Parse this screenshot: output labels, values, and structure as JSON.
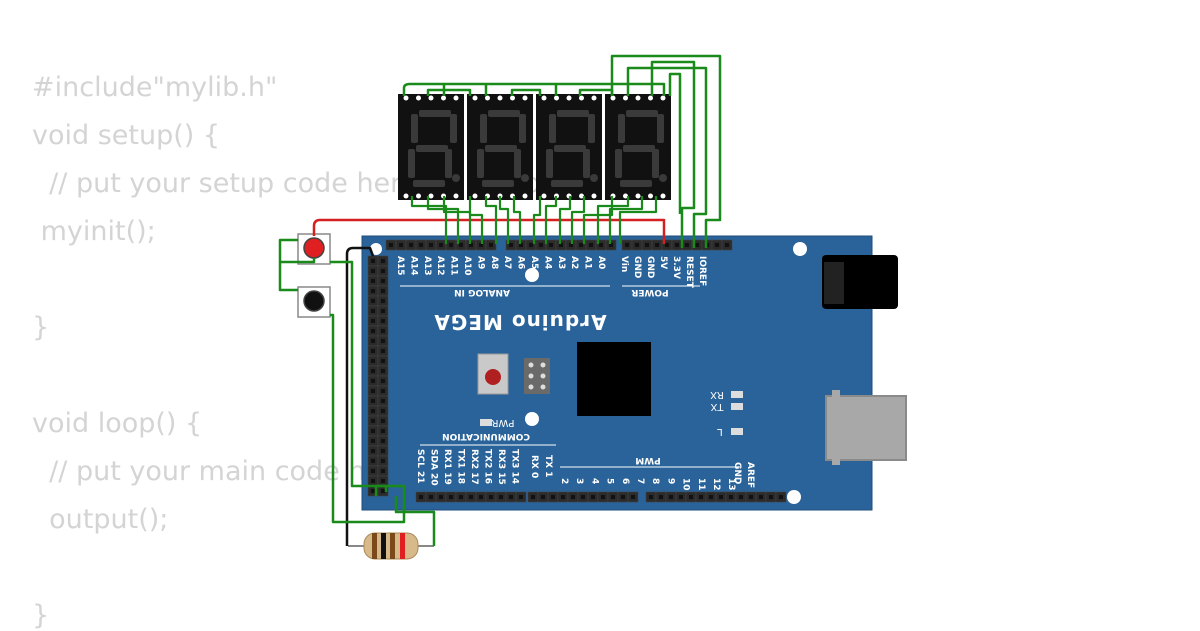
{
  "code": {
    "lines": [
      "#include\"mylib.h\"",
      "void setup() {",
      "  // put your setup code here, to run once:",
      " myinit();",
      "",
      "}",
      "",
      "void loop() {",
      "  // put your main code here, to run repeatedly:",
      "  output();",
      "",
      "}"
    ]
  },
  "board": {
    "title": "Arduino MEGA",
    "analog_section": "ANALOG IN",
    "power_section": "POWER",
    "communication_section": "COMMUNICATION",
    "pwm_section": "PWM",
    "analog_pins": [
      "A15",
      "A14",
      "A13",
      "A12",
      "A11",
      "A10",
      "A9",
      "A8",
      "A7",
      "A6",
      "A5",
      "A4",
      "A3",
      "A2",
      "A1",
      "A0"
    ],
    "power_pins": [
      "Vin",
      "GND",
      "GND",
      "5V",
      "3.3V",
      "RESET",
      "IOREF"
    ],
    "comm_pins": [
      "SCL 21",
      "SDA 20",
      "RX1 19",
      "TX1 18",
      "RX2 17",
      "TX2 16",
      "RX3 15",
      "TX3 14"
    ],
    "rx_tx": [
      "RX 0",
      "TX 1"
    ],
    "pwm_pins": [
      "2",
      "3",
      "4",
      "5",
      "6",
      "7",
      "8",
      "9",
      "10",
      "11",
      "12",
      "13"
    ],
    "aref_pins": [
      "GND",
      "AREF"
    ],
    "leds": [
      "RX",
      "TX",
      "L"
    ],
    "pwr_label": "PWR"
  },
  "display": {
    "digits": 4
  },
  "colors": {
    "board": "#2a6399",
    "wire_signal": "#1a8a1a",
    "wire_power": "#d42020",
    "wire_ground": "#111111",
    "button_red": "#e02020",
    "button_black": "#111111",
    "segment_off": "#3a3a3a",
    "display_body": "#111111"
  },
  "icons": [
    "push-button-red-icon",
    "push-button-black-icon",
    "resistor-icon",
    "seven-segment-display-icon",
    "arduino-mega-board-icon"
  ]
}
